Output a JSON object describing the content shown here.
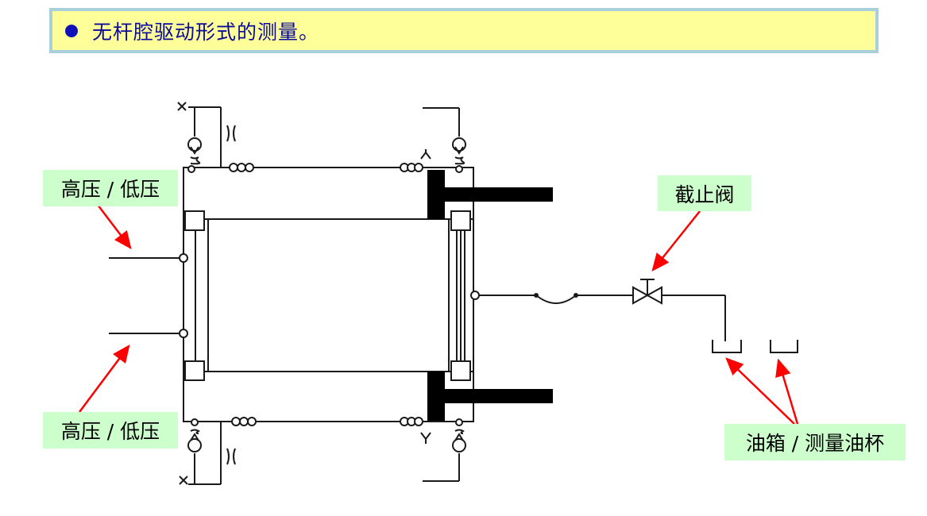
{
  "header": {
    "title": "无杆腔驱动形式的测量。"
  },
  "labels": {
    "port_top": "高压 / 低压",
    "port_bottom": "高压 / 低压",
    "valve": "截止阀",
    "tank": "油箱 / 测量油杯"
  },
  "colors": {
    "arrow": "#ff0000",
    "label_bg": "#ccffcc",
    "title_bg": "#ffff99",
    "title_border": "#a9cfdc",
    "title_text": "#0a0a9a"
  }
}
